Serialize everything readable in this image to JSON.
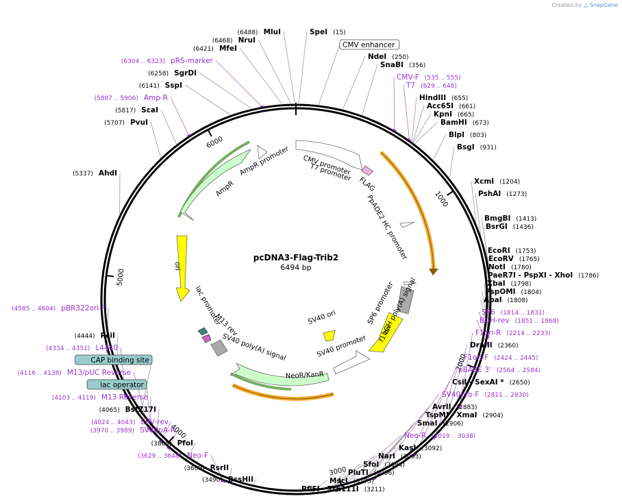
{
  "header": {
    "created_by": "Created by",
    "brand": "SnapGene"
  },
  "plasmid": {
    "name": "pcDNA3-Flag-Trib2",
    "length": "6494 bp",
    "total_bp": 6494
  },
  "colors": {
    "enzyme": "#000000",
    "primer": "#9933cc",
    "feature_callout": "#ffffff",
    "cap_box": "#99cccc",
    "ampr": "#ccffcc",
    "ori": "#ffff00",
    "neo": "#ccffcc",
    "f1ori": "#ffff00",
    "orange": "#f5a623",
    "green": "#3a8a1e"
  },
  "ticks": [
    {
      "bp": 1000,
      "label": "1000"
    },
    {
      "bp": 2000,
      "label": "2000"
    },
    {
      "bp": 3000,
      "label": "3000"
    },
    {
      "bp": 4000,
      "label": "4000"
    },
    {
      "bp": 5000,
      "label": "5000"
    },
    {
      "bp": 6000,
      "label": "6000"
    }
  ],
  "inner_features": [
    {
      "name": "CMV promoter"
    },
    {
      "name": "T7 promoter"
    },
    {
      "name": "FLAG"
    },
    {
      "name": "PpADE2 HC promoter"
    },
    {
      "name": "SP6 promoter"
    },
    {
      "name": "bGH poly(A) signal"
    },
    {
      "name": "f1 ori"
    },
    {
      "name": "SV40 ori"
    },
    {
      "name": "SV40 promoter"
    },
    {
      "name": "NeoR/KanR"
    },
    {
      "name": "SV40 poly(A) signal"
    },
    {
      "name": "M13 rev"
    },
    {
      "name": "lac promoter"
    },
    {
      "name": "ori"
    },
    {
      "name": "AmpR"
    },
    {
      "name": "AmpR promoter"
    }
  ],
  "labels": [
    {
      "id": "mlui",
      "kind": "enzyme",
      "name": "MluI",
      "pos": "(6488)"
    },
    {
      "id": "spei",
      "kind": "enzyme",
      "name": "SpeI",
      "pos": "(15)"
    },
    {
      "id": "nrui",
      "kind": "enzyme",
      "name": "NruI",
      "pos": "(6468)"
    },
    {
      "id": "mfei",
      "kind": "enzyme",
      "name": "MfeI",
      "pos": "(6421)"
    },
    {
      "id": "prs",
      "kind": "primer",
      "name": "pRS-marker",
      "pos": "(6304 .. 6323)"
    },
    {
      "id": "sgrdi",
      "kind": "enzyme",
      "name": "SgrDI",
      "pos": "(6258)"
    },
    {
      "id": "sspi",
      "kind": "enzyme",
      "name": "SspI",
      "pos": "(6141)"
    },
    {
      "id": "ampr",
      "kind": "primer",
      "name": "Amp-R",
      "pos": "(5887 .. 5906)"
    },
    {
      "id": "scai",
      "kind": "enzyme",
      "name": "ScaI",
      "pos": "(5817)"
    },
    {
      "id": "pvui",
      "kind": "enzyme",
      "name": "PvuI",
      "pos": "(5707)"
    },
    {
      "id": "ahdi",
      "kind": "enzyme",
      "name": "AhdI",
      "pos": "(5337)"
    },
    {
      "id": "cmvenh",
      "kind": "feature",
      "name": "CMV enhancer",
      "pos": ""
    },
    {
      "id": "ndei",
      "kind": "enzyme",
      "name": "NdeI",
      "pos": "(250)"
    },
    {
      "id": "snabi",
      "kind": "enzyme",
      "name": "SnaBI",
      "pos": "(356)"
    },
    {
      "id": "cmvf",
      "kind": "primer",
      "name": "CMV-F",
      "pos": "(535 .. 555)"
    },
    {
      "id": "t7",
      "kind": "primer",
      "name": "T7",
      "pos": "(629 .. 648)"
    },
    {
      "id": "hindiii",
      "kind": "enzyme",
      "name": "HindIII",
      "pos": "(655)"
    },
    {
      "id": "acc65i",
      "kind": "enzyme",
      "name": "Acc65I",
      "pos": "(661)"
    },
    {
      "id": "kpni",
      "kind": "enzyme",
      "name": "KpnI",
      "pos": "(665)"
    },
    {
      "id": "bamhi",
      "kind": "enzyme",
      "name": "BamHI",
      "pos": "(673)"
    },
    {
      "id": "blpi",
      "kind": "enzyme",
      "name": "BlpI",
      "pos": "(803)"
    },
    {
      "id": "bsgi",
      "kind": "enzyme",
      "name": "BsgI",
      "pos": "(931)"
    },
    {
      "id": "xcmi",
      "kind": "enzyme",
      "name": "XcmI",
      "pos": "(1204)"
    },
    {
      "id": "pshai",
      "kind": "enzyme",
      "name": "PshAI",
      "pos": "(1273)"
    },
    {
      "id": "bmgbi",
      "kind": "enzyme",
      "name": "BmgBI",
      "pos": "(1413)"
    },
    {
      "id": "bsrgi",
      "kind": "enzyme",
      "name": "BsrGI",
      "pos": "(1436)"
    },
    {
      "id": "ecori",
      "kind": "enzyme",
      "name": "EcoRI",
      "pos": "(1753)"
    },
    {
      "id": "ecorv",
      "kind": "enzyme",
      "name": "EcoRV",
      "pos": "(1765)"
    },
    {
      "id": "noti",
      "kind": "enzyme",
      "name": "NotI",
      "pos": "(1780)"
    },
    {
      "id": "paer7i",
      "kind": "enzyme",
      "name": "PaeR7I - PspXI - XhoI",
      "pos": "(1786)"
    },
    {
      "id": "xbai",
      "kind": "enzyme",
      "name": "XbaI",
      "pos": "(1798)"
    },
    {
      "id": "pspomi",
      "kind": "enzyme",
      "name": "PspOMI",
      "pos": "(1804)"
    },
    {
      "id": "apai",
      "kind": "enzyme",
      "name": "ApaI",
      "pos": "(1808)"
    },
    {
      "id": "sp6",
      "kind": "primer",
      "name": "SP6",
      "pos": "(1814 .. 1831)"
    },
    {
      "id": "bgh",
      "kind": "primer",
      "name": "BGH-rev",
      "pos": "(1851 .. 1868)"
    },
    {
      "id": "f1orir",
      "kind": "primer",
      "name": "F1ori-R",
      "pos": "(2214 .. 2233)"
    },
    {
      "id": "draiii",
      "kind": "enzyme",
      "name": "DraIII",
      "pos": "(2360)"
    },
    {
      "id": "f1orif",
      "kind": "primer",
      "name": "F1ori-F",
      "pos": "(2424 .. 2445)"
    },
    {
      "id": "pbabe",
      "kind": "primer",
      "name": "pBABE 3'",
      "pos": "(2564 .. 2584)"
    },
    {
      "id": "csii",
      "kind": "enzyme",
      "name": "CsiI - SexAI *",
      "pos": "(2650)"
    },
    {
      "id": "sv40prof",
      "kind": "primer",
      "name": "SV40pro-F",
      "pos": "(2811 .. 2830)"
    },
    {
      "id": "avrii",
      "kind": "enzyme",
      "name": "AvrII",
      "pos": "(2883)"
    },
    {
      "id": "tspmi",
      "kind": "enzyme",
      "name": "TspMI - XmaI",
      "pos": "(2904)"
    },
    {
      "id": "smai",
      "kind": "enzyme",
      "name": "SmaI",
      "pos": "(2906)"
    },
    {
      "id": "neor",
      "kind": "primer",
      "name": "Neo-R",
      "pos": "(3019 .. 3038)"
    },
    {
      "id": "kasi",
      "kind": "enzyme",
      "name": "KasI",
      "pos": "(3092)"
    },
    {
      "id": "nari",
      "kind": "enzyme",
      "name": "NarI",
      "pos": "(3093)"
    },
    {
      "id": "sfoi",
      "kind": "enzyme",
      "name": "SfoI",
      "pos": "(3094)"
    },
    {
      "id": "pluti",
      "kind": "enzyme",
      "name": "PluTI",
      "pos": "(3096)"
    },
    {
      "id": "msci",
      "kind": "enzyme",
      "name": "MscI",
      "pos": "(3175)"
    },
    {
      "id": "pflfi",
      "kind": "enzyme",
      "name": "PflFI - Tth111I",
      "pos": "(3211)"
    },
    {
      "id": "bsshii",
      "kind": "enzyme",
      "name": "BssHII",
      "pos": "(3490)"
    },
    {
      "id": "rsrii",
      "kind": "enzyme",
      "name": "RsrII",
      "pos": "(3609)"
    },
    {
      "id": "neof",
      "kind": "primer",
      "name": "Neo-F",
      "pos": "(3629 .. 3648)"
    },
    {
      "id": "pfoi",
      "kind": "enzyme",
      "name": "PfoI",
      "pos": "(3868)"
    },
    {
      "id": "sv40par",
      "kind": "primer",
      "name": "SV40pA-R",
      "pos": "(3970 .. 3989)"
    },
    {
      "id": "ebvrev",
      "kind": "primer",
      "name": "EBV-rev",
      "pos": "(4024 .. 4043)"
    },
    {
      "id": "bstz17i",
      "kind": "enzyme",
      "name": "BstZ17I",
      "pos": "(4065)"
    },
    {
      "id": "m13rev",
      "kind": "primer",
      "name": "M13 Reverse",
      "pos": "(4103 .. 4119)"
    },
    {
      "id": "lacop",
      "kind": "feature",
      "name": "lac operator",
      "pos": ""
    },
    {
      "id": "m13puc",
      "kind": "primer",
      "name": "M13/pUC Reverse",
      "pos": "(4116 .. 4138)"
    },
    {
      "id": "cap",
      "kind": "feature",
      "name": "CAP binding site",
      "pos": ""
    },
    {
      "id": "l4440",
      "kind": "primer",
      "name": "L4440",
      "pos": "(4334 .. 4351)"
    },
    {
      "id": "pcii",
      "kind": "enzyme",
      "name": "PciI",
      "pos": "(4444)"
    },
    {
      "id": "pbr",
      "kind": "primer",
      "name": "pBR322ori-F",
      "pos": "(4585 .. 4604)"
    }
  ]
}
